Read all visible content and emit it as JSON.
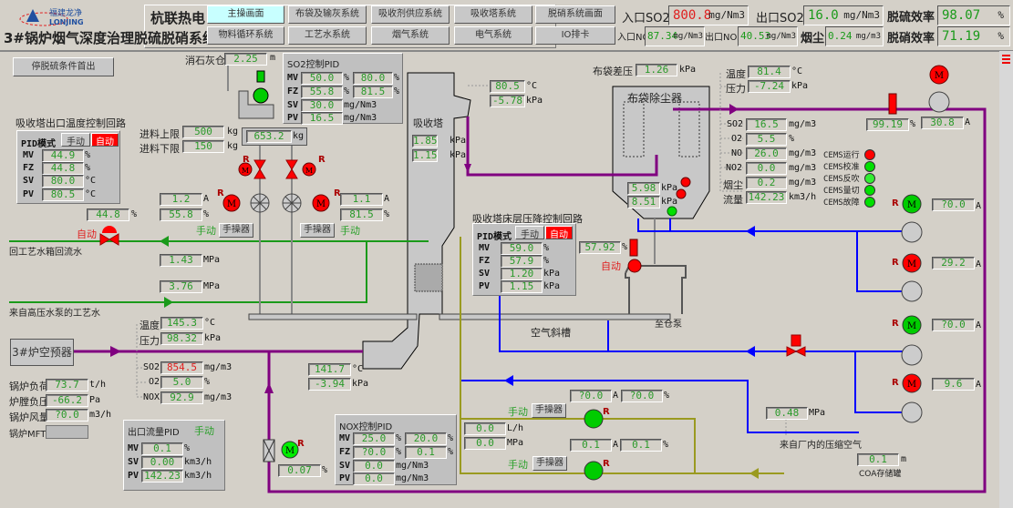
{
  "header": {
    "company": "杭联热电",
    "title": "3#锅炉烟气深度治理脱硫脱硝系统",
    "logo_text": "福建龙净 LONJING"
  },
  "nav": [
    "主操画面",
    "布袋及输灰系统",
    "吸收剂供应系统",
    "吸收塔系统",
    "脱硝系统画面",
    "物料循环系统",
    "工艺水系统",
    "烟气系统",
    "电气系统",
    "IO排卡"
  ],
  "kpi": {
    "in_so2": {
      "label": "入口SO2",
      "v": "800.8",
      "u": "mg/Nm3"
    },
    "out_so2": {
      "label": "出口SO2",
      "v": "16.0",
      "u": "mg/Nm3"
    },
    "desulf": {
      "label": "脱硫效率",
      "v": "98.07",
      "u": "%"
    },
    "in_nox": {
      "label": "入口NOx",
      "v": "87.34",
      "u": "mg/Nm3"
    },
    "out_nox": {
      "label": "出口NOx",
      "v": "40.53",
      "u": "mg/Nm3"
    },
    "dust": {
      "label": "烟尘",
      "v": "0.24",
      "u": "mg/m3"
    },
    "denox": {
      "label": "脱硝效率",
      "v": "71.19",
      "u": "%"
    }
  },
  "stop_button": "停脱硫条件首出",
  "lime": {
    "label": "消石灰仓",
    "v": "2.25",
    "u": "m"
  },
  "so2pid": {
    "title": "SO2控制PID",
    "mv1": "50.0",
    "mv2": "80.0",
    "fz1": "55.8",
    "fz2": "81.5",
    "sv": "30.0",
    "pv": "16.5",
    "u_pct": "%",
    "u_mg": "mg/Nm3",
    "l_mv": "MV",
    "l_fz": "FZ",
    "l_sv": "SV",
    "l_pv": "PV"
  },
  "temppid": {
    "title": "吸收塔出口温度控制回路",
    "mode": "PID模式",
    "manual": "手动",
    "auto": "自动",
    "mv": "44.9",
    "fz": "44.8",
    "sv": "80.0",
    "pv": "80.5",
    "u_pct": "%",
    "u_c": "°C"
  },
  "feed": {
    "upper_label": "进料上限",
    "upper": "500",
    "lower_label": "进料下限",
    "lower": "150",
    "u": "kg",
    "weight": "653.2"
  },
  "feeders": {
    "a1": "1.2",
    "p1": "55.8",
    "a2": "1.1",
    "p2": "81.5",
    "u_a": "A",
    "u_p": "%",
    "manual": "手动",
    "handop": "手操器",
    "r": "R",
    "m": "M"
  },
  "water": {
    "valve_pct": "44.8",
    "auto": "自动",
    "return_label": "回工艺水箱回流水",
    "p1": "1.43",
    "p2": "3.76",
    "u": "MPa",
    "supply_label": "来自高压水泵的工艺水"
  },
  "tower": {
    "label": "吸收塔",
    "p1": "1.85",
    "p2": "1.15",
    "u": "kPa",
    "out_t": "80.5",
    "out_p": "-5.78",
    "u_c": "°C",
    "in_t": "141.7",
    "in_p": "-3.94"
  },
  "inlet": {
    "t_label": "温度",
    "t": "145.3",
    "p_label": "压力",
    "p": "98.32",
    "so2": "854.5",
    "o2": "5.0",
    "nox": "92.9",
    "so2_label": "SO2",
    "o2_label": "O2",
    "nox_label": "NOX",
    "u_c": "°C",
    "u_kpa": "kPa",
    "u_mg": "mg/m3",
    "u_pct": "%",
    "preheater": "3#炉空预器"
  },
  "boiler": {
    "load_label": "锅炉负荷",
    "load": "73.7",
    "load_u": "t/h",
    "press_label": "炉膛负压",
    "press": "-66.2",
    "press_u": "Pa",
    "air_label": "锅炉风量",
    "air": "?0.0",
    "air_u": "m3/h",
    "mft_label": "锅炉MFT"
  },
  "flowpid": {
    "title": "出口流量PID",
    "mode": "手动",
    "mv": "0.1",
    "sv": "0.00",
    "pv": "142.23",
    "u_pct": "%",
    "u_f": "km3/h"
  },
  "damper": {
    "v": "0.07",
    "u": "%"
  },
  "noxpid": {
    "title": "NOX控制PID",
    "mv1": "25.0",
    "mv2": "20.0",
    "fz1": "?0.0",
    "fz2": "0.1",
    "sv": "0.0",
    "pv": "0.0"
  },
  "bag": {
    "label": "布袋除尘器",
    "dp_label": "布袋差压",
    "dp": "1.26",
    "u": "kPa",
    "h1": "5.98",
    "h2": "8.51",
    "t_label": "温度",
    "t": "81.4",
    "p_label": "压力",
    "p": "-7.24"
  },
  "cems": {
    "so2": "16.5",
    "o2": "5.5",
    "no": "26.0",
    "no2": "0.0",
    "dust": "0.2",
    "flow": "142.23",
    "l_so2": "SO2",
    "l_o2": "O2",
    "l_no": "NO",
    "l_no2": "NO2",
    "l_dust": "烟尘",
    "l_flow": "流量",
    "u_mg": "mg/m3",
    "u_pct": "%",
    "u_f": "km3/h",
    "status": [
      {
        "label": "CEMS运行",
        "color": "#ff0000"
      },
      {
        "label": "CEMS校准",
        "color": "#00e000"
      },
      {
        "label": "CEMS反吹",
        "color": "#33ee33"
      },
      {
        "label": "CEMS量切",
        "color": "#00e000"
      },
      {
        "label": "CEMS故障",
        "color": "#00e000"
      }
    ]
  },
  "idfan": {
    "pct": "99.19",
    "amp": "30.8"
  },
  "bedpid": {
    "title": "吸收塔床层压降控制回路",
    "mv": "59.0",
    "fz": "57.9",
    "sv": "1.20",
    "pv": "1.15",
    "u_kpa": "kPa"
  },
  "pump": {
    "pct": "57.92",
    "auto": "自动",
    "chute": "空气斜槽",
    "to_pump": "至仓泵"
  },
  "blowers": [
    {
      "amp": "?0.0",
      "color": "#00cc00"
    },
    {
      "amp": "29.2",
      "color": "#ff0000"
    },
    {
      "amp": "?0.0",
      "color": "#00cc00"
    },
    {
      "amp": "9.6",
      "color": "#ff0000"
    }
  ],
  "coa": {
    "a1": "?0.0",
    "p1": "?0.0",
    "a2": "0.1",
    "p2": "0.1",
    "flow": "0.0",
    "flow_u": "L/h",
    "press": "0.0",
    "press_u": "MPa",
    "air_p": "0.48",
    "air_label": "来自厂内的压缩空气",
    "level": "0.1",
    "level_u": "m",
    "tank": "COA存储罐"
  },
  "colors": {
    "flue": "#800080",
    "water": "#1a9a1a",
    "air": "#0000ff",
    "coa": "#9a9a20",
    "alarm": "#ff0000",
    "run": "#00cc00"
  }
}
